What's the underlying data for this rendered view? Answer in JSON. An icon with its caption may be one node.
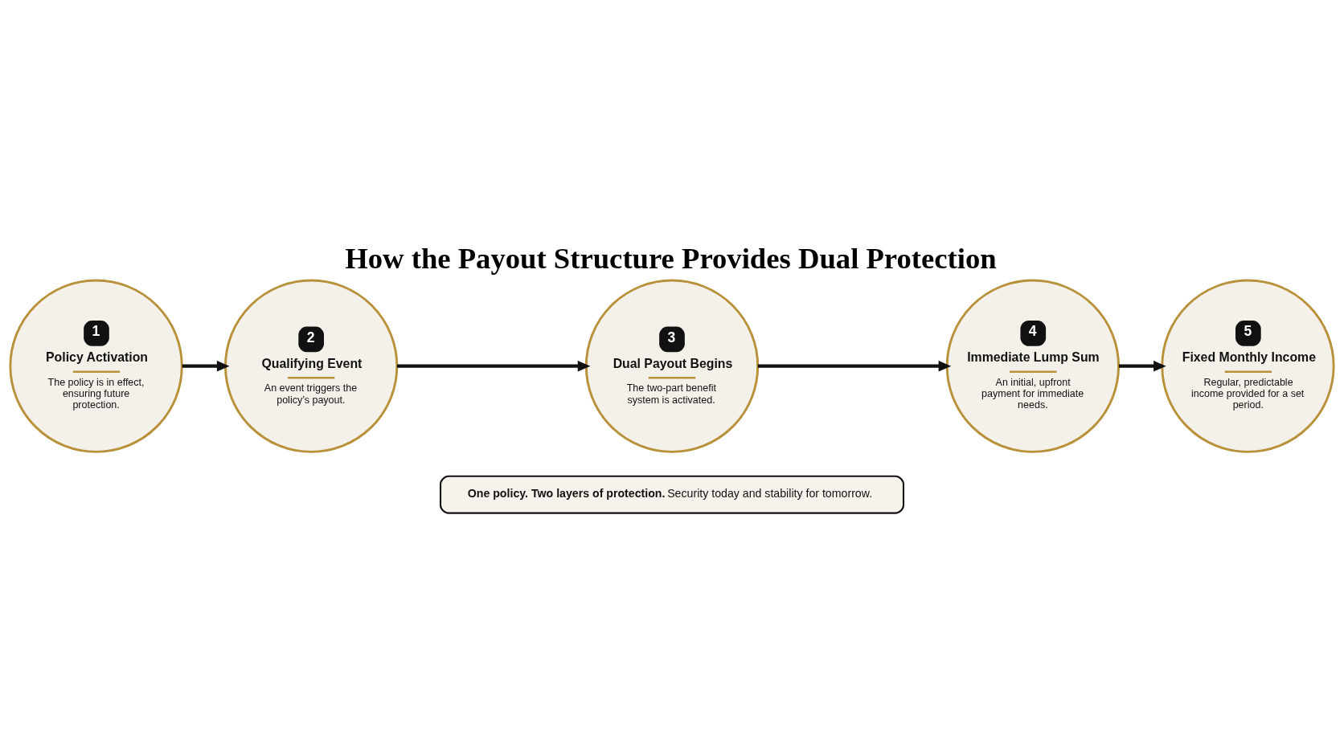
{
  "diagram": {
    "title": "How the Payout Structure Provides Dual Protection",
    "nodes": [
      {
        "text": [
          "1",
          "Policy Activation",
          "The policy is in effect, ensuring future protection."
        ]
      },
      {
        "text": [
          "2",
          "Qualifying Event",
          "An event triggers the policy’s payout."
        ]
      },
      {
        "text": [
          "3",
          "Dual Payout Begins",
          "The two-part benefit system is activated."
        ]
      },
      {
        "text": [
          "4",
          "Immediate Lump Sum",
          "An initial, upfront payment for immediate needs."
        ]
      },
      {
        "text": [
          "5",
          "Fixed Monthly Income",
          "Regular, predictable income provided for a set period."
        ]
      },
      {
        "text": [
          "**One policy. Two layers of protection.** Security today and stability for tomorrow."
        ]
      }
    ],
    "edges": [
      {
        "from": 0,
        "to": 1,
        "arrow": "to"
      },
      {
        "from": 1,
        "to": 2,
        "arrow": "to"
      },
      {
        "from": 2,
        "to": 3,
        "arrow": "to"
      },
      {
        "from": 3,
        "to": 4,
        "arrow": "to"
      }
    ]
  }
}
